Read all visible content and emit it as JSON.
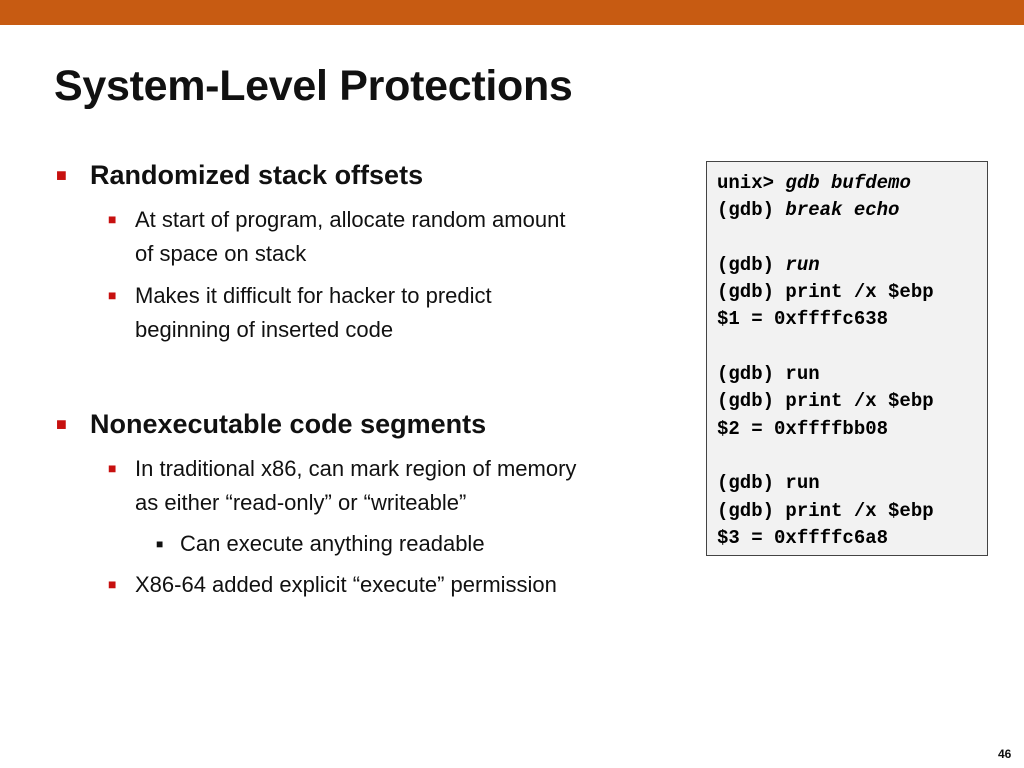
{
  "slide": {
    "title": "System-Level Protections",
    "page_number": "46",
    "accent_color": "#c75b12",
    "bullet_color": "#c7100f"
  },
  "bullets": [
    {
      "text": "Randomized stack offsets",
      "sub": [
        {
          "line1": "At start of program, allocate random amount",
          "line2": "of space on stack"
        },
        {
          "line1": "Makes it difficult for hacker to predict",
          "line2": "beginning of inserted code"
        }
      ]
    },
    {
      "text": "Nonexecutable code segments",
      "sub": [
        {
          "line1": "In traditional x86, can mark region of memory",
          "line2": "as either “read-only” or “writeable”",
          "sub": [
            {
              "text": "Can execute anything readable"
            }
          ]
        },
        {
          "line1": "X86-64 added  explicit “execute” permission"
        }
      ]
    }
  ],
  "code": [
    {
      "prefix": "unix> ",
      "arg": "gdb bufdemo"
    },
    {
      "prefix": "(gdb) ",
      "arg": "break echo"
    },
    {
      "prefix": "",
      "arg": ""
    },
    {
      "prefix": "(gdb) ",
      "arg": "run"
    },
    {
      "prefix": "(gdb) print /x $ebp",
      "arg": ""
    },
    {
      "prefix": "$1 = 0xffffc638",
      "arg": ""
    },
    {
      "prefix": "",
      "arg": ""
    },
    {
      "prefix": "(gdb) run",
      "arg": ""
    },
    {
      "prefix": "(gdb) print /x $ebp",
      "arg": ""
    },
    {
      "prefix": "$2 = 0xffffbb08",
      "arg": ""
    },
    {
      "prefix": "",
      "arg": ""
    },
    {
      "prefix": "(gdb) run",
      "arg": ""
    },
    {
      "prefix": "(gdb) print /x $ebp",
      "arg": ""
    },
    {
      "prefix": "$3 = 0xffffc6a8",
      "arg": ""
    }
  ]
}
